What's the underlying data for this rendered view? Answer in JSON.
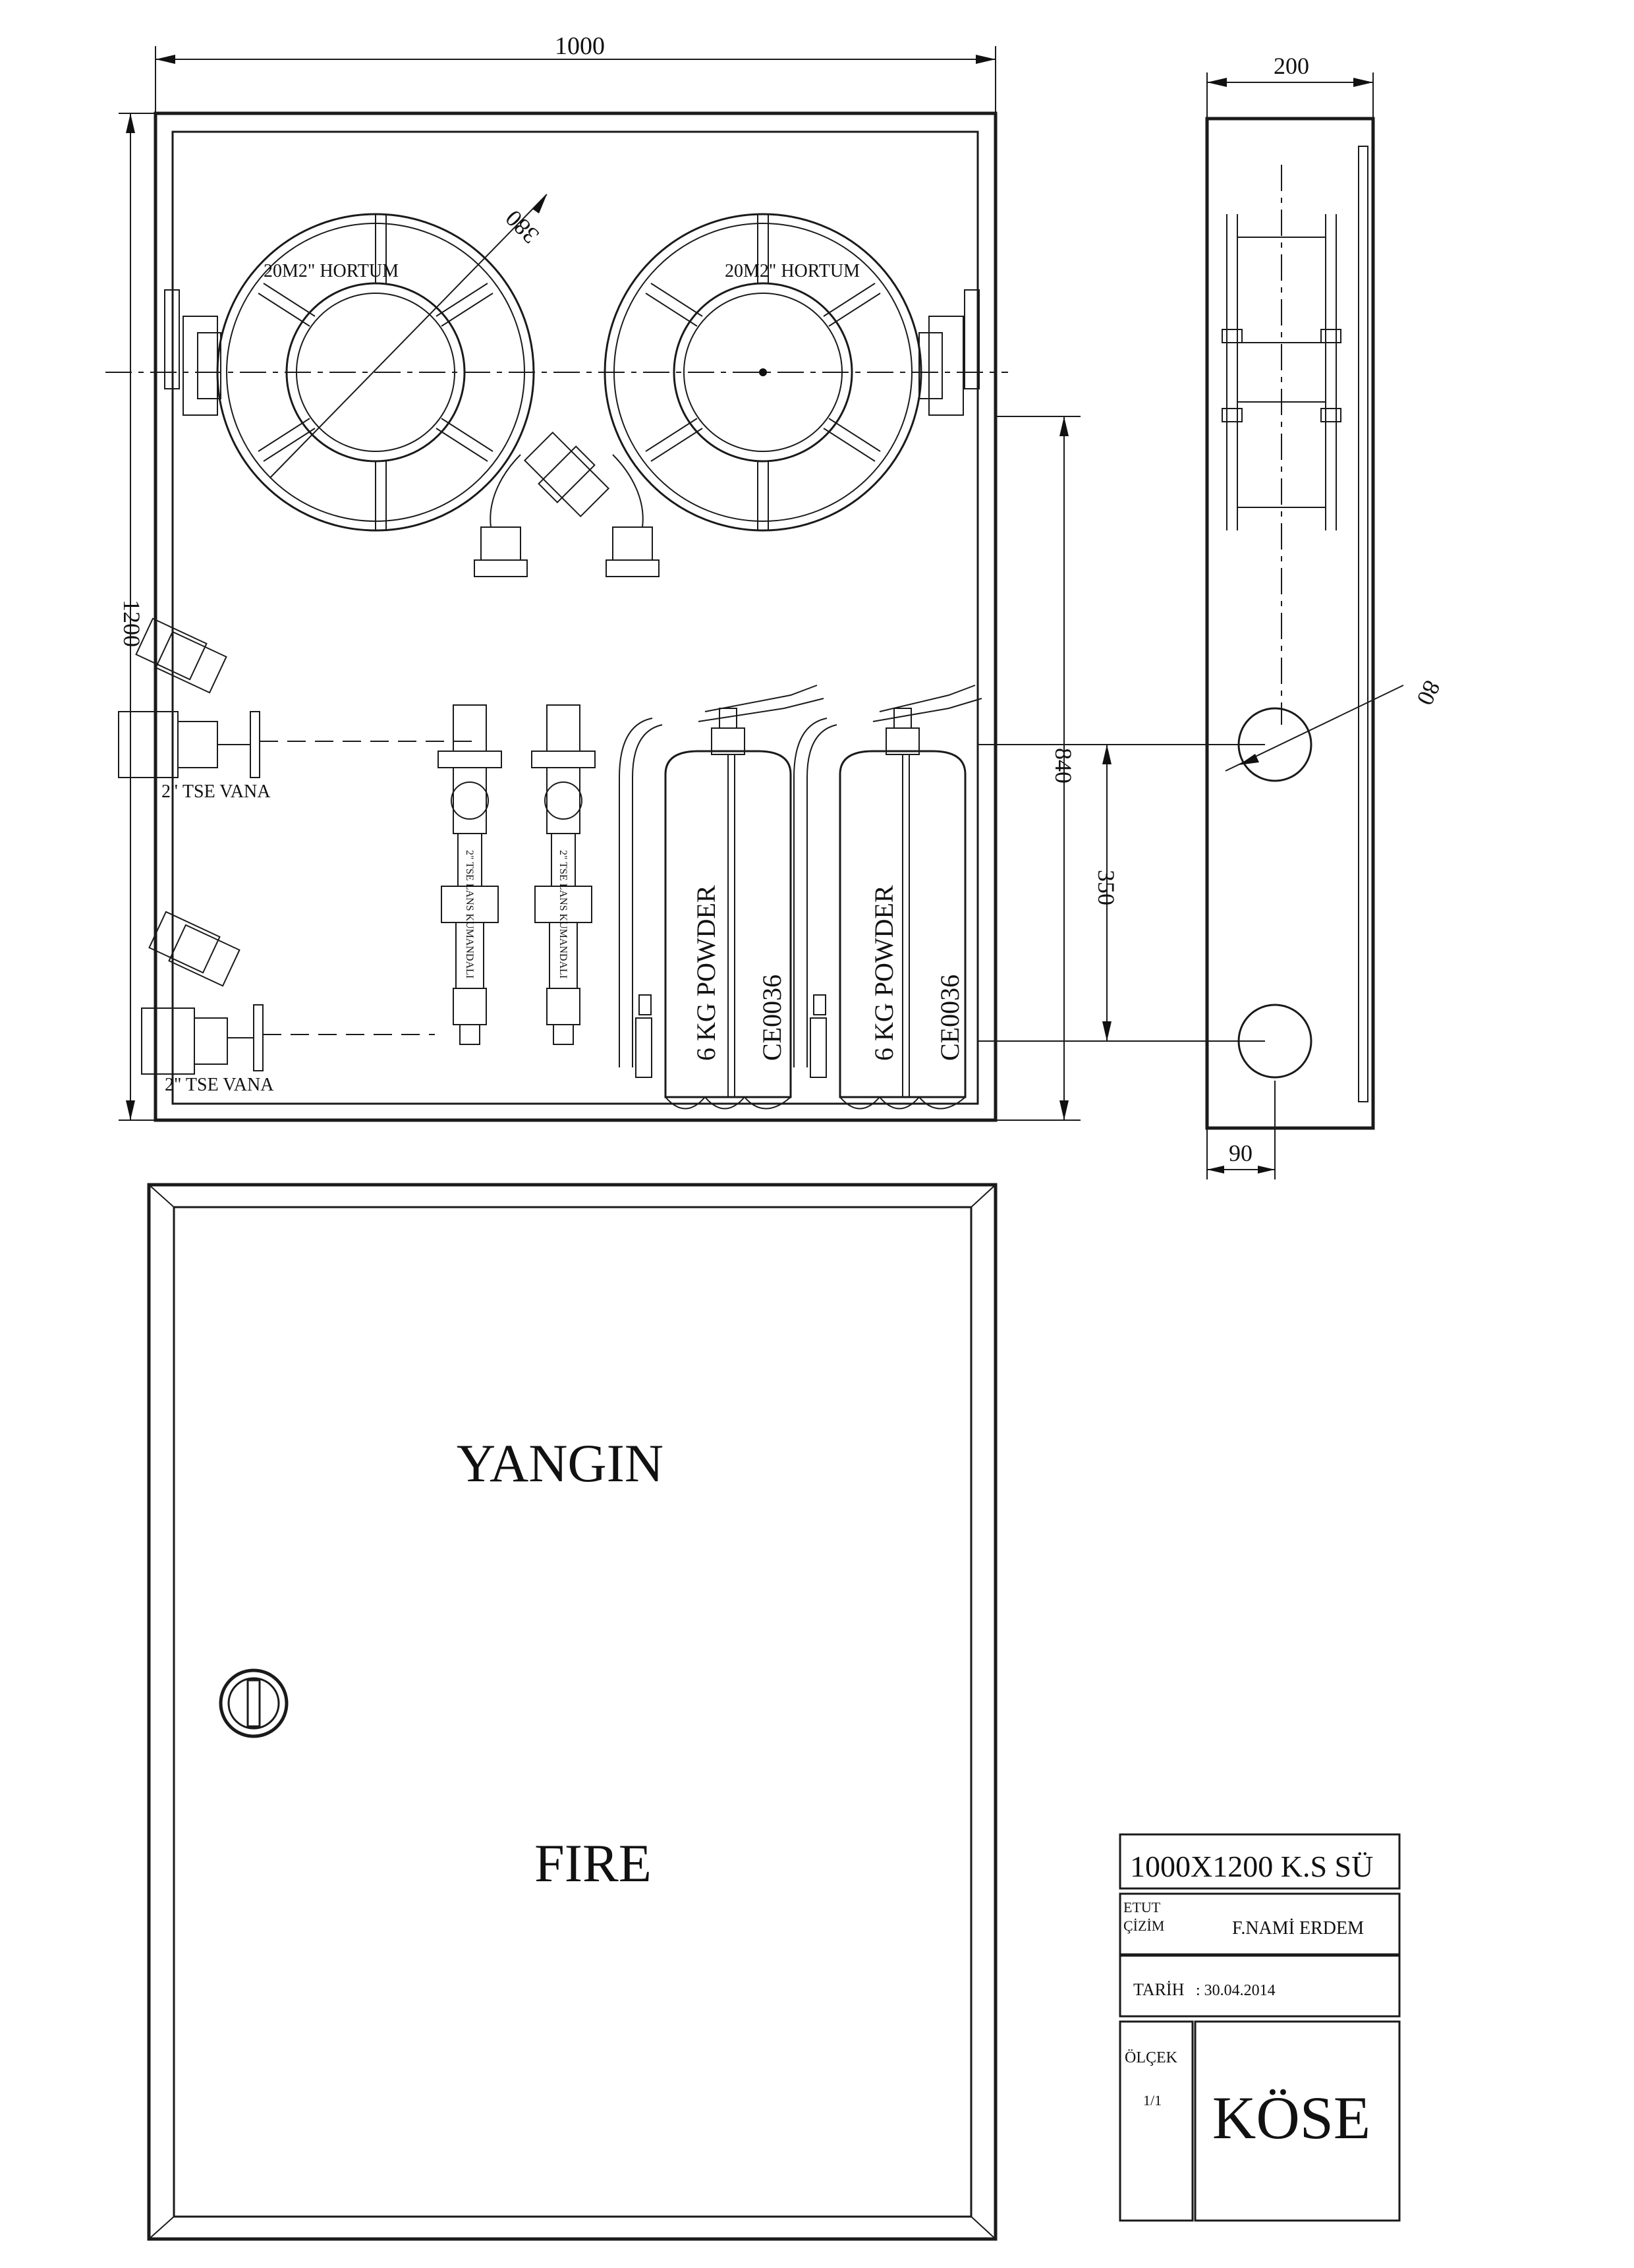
{
  "dimensions": {
    "width": "1000",
    "height": "1200",
    "depth": "200",
    "reel_diameter": "380",
    "vertical_840": "840",
    "vertical_350": "350",
    "hole_diameter": "80",
    "hole_offset": "90"
  },
  "labels": {
    "hose_left": "20M2\" HORTUM",
    "hose_right": "20M2\" HORTUM",
    "valve_top": "2\" TSE VANA",
    "valve_bottom": "2\" TSE VANA",
    "nozzle_1": "2\" TSE LANS KUMANDALI",
    "nozzle_2": "2\" TSE LANS KUMANDALI",
    "ext1_main": "6 KG POWDER",
    "ext1_code": "CE0036",
    "ext2_main": "6 KG POWDER",
    "ext2_code": "CE0036"
  },
  "door": {
    "text_top": "YANGIN",
    "text_bottom": "FIRE"
  },
  "title_block": {
    "product": "1000X1200 K.S SÜ",
    "etut_label": "ETUT",
    "cizim_label": "ÇİZİM",
    "drawer": "F.NAMİ ERDEM",
    "date_label": "TARİH",
    "date": ": 30.04.2014",
    "scale_label": "ÖLÇEK",
    "scale": "1/1",
    "company": "KÖSE"
  }
}
